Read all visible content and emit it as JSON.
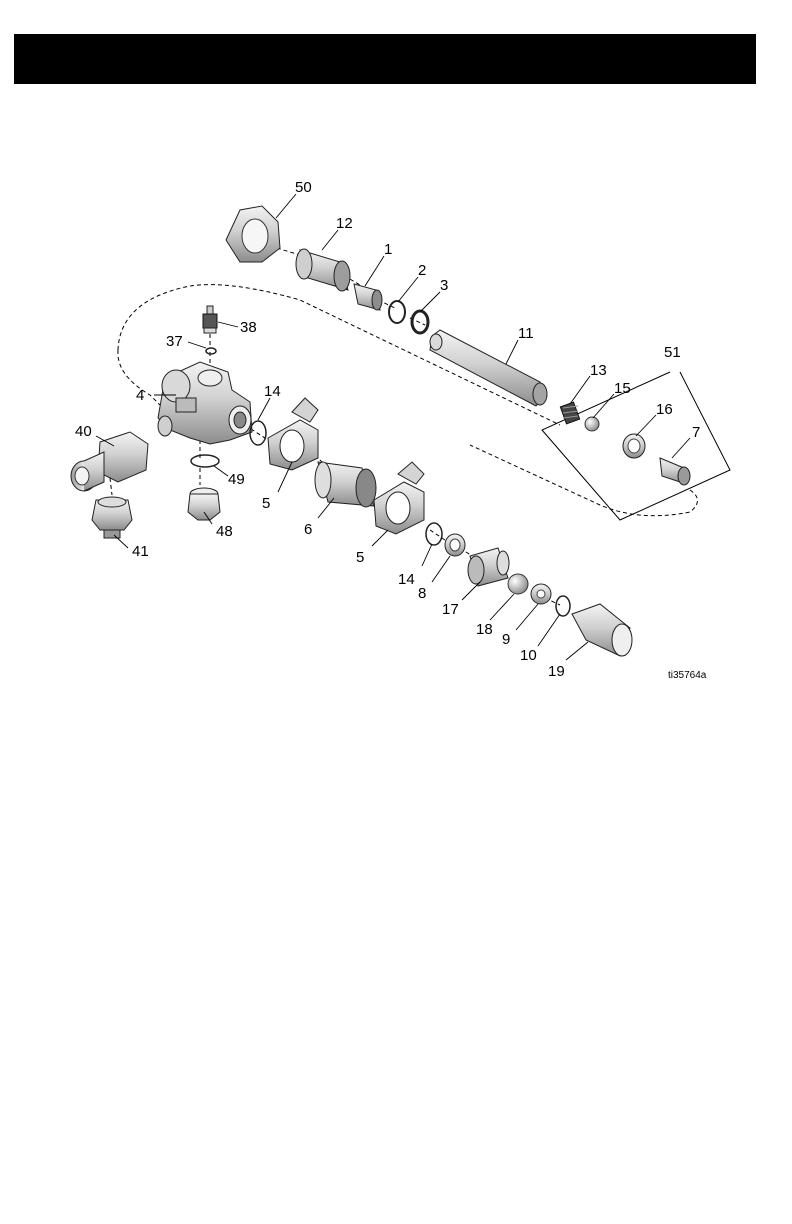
{
  "header": {
    "title": "",
    "bar_color": "#000000"
  },
  "figure": {
    "reference": "ti35764a",
    "callouts": {
      "c50": "50",
      "c12": "12",
      "c1": "1",
      "c2": "2",
      "c3": "3",
      "c11": "11",
      "c51": "51",
      "c13": "13",
      "c15": "15",
      "c16": "16",
      "c7": "7",
      "c38": "38",
      "c37": "37",
      "c4": "4",
      "c14a": "14",
      "c40": "40",
      "c49": "49",
      "c5a": "5",
      "c6": "6",
      "c48": "48",
      "c41": "41",
      "c5b": "5",
      "c14b": "14",
      "c8": "8",
      "c17": "17",
      "c18": "18",
      "c9": "9",
      "c10": "10",
      "c19": "19"
    }
  }
}
